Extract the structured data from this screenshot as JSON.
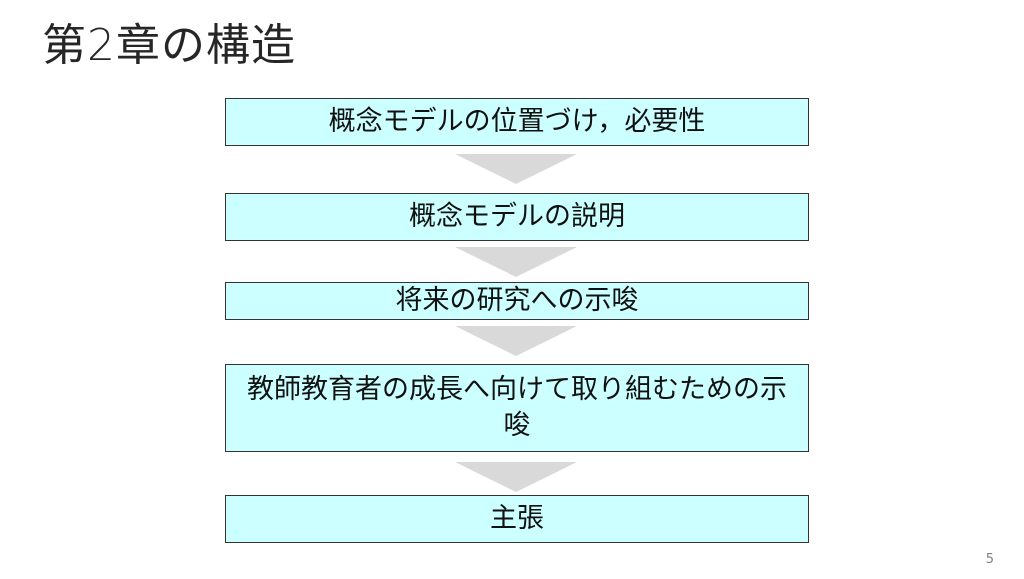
{
  "slide": {
    "title": "第2章の構造",
    "page_number": "5"
  },
  "flow": {
    "steps": [
      {
        "label": "概念モデルの位置づけ，必要性"
      },
      {
        "label": "概念モデルの説明"
      },
      {
        "label": "将来の研究への示唆"
      },
      {
        "label": "教師教育者の成長へ向けて取り組むための示唆"
      },
      {
        "label": "主張"
      }
    ]
  },
  "colors": {
    "box_fill": "#ccffff",
    "box_border": "#333333",
    "arrow_fill": "#d9d9d9"
  }
}
